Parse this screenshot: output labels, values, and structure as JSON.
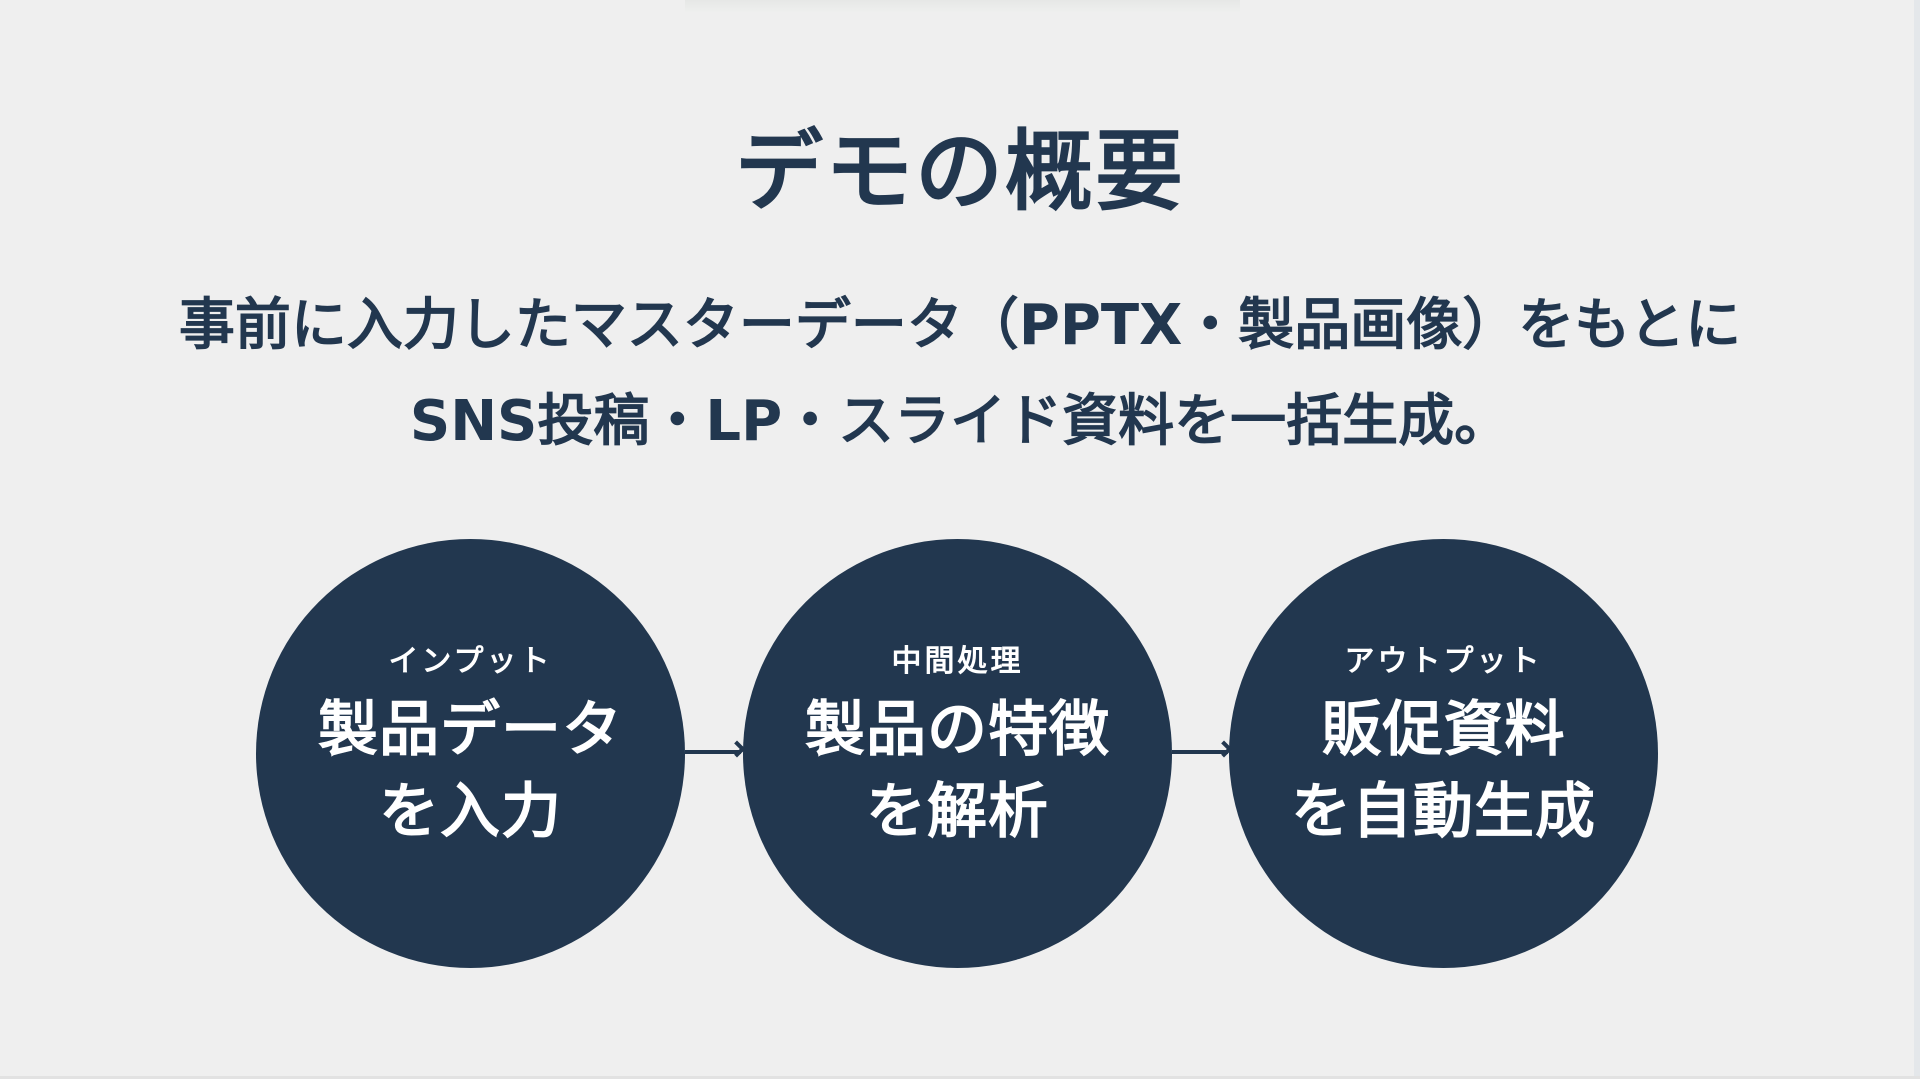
{
  "slide": {
    "title": "デモの概要",
    "subtitle_lines": [
      "事前に入力したマスターデータ（PPTX・製品画像）をもとに",
      "SNS投稿・LP・スライド資料を一括生成。"
    ]
  },
  "flow": {
    "steps": [
      {
        "label": "インプット",
        "main_lines": [
          "製品データ",
          "を入力"
        ]
      },
      {
        "label": "中間処理",
        "main_lines": [
          "製品の特徴",
          "を解析"
        ]
      },
      {
        "label": "アウトプット",
        "main_lines": [
          "販促資料",
          "を自動生成"
        ]
      }
    ],
    "arrow_icon": "arrow-right-icon"
  },
  "colors": {
    "background": "#efefef",
    "primary": "#22374f",
    "text_on_primary": "#ffffff"
  }
}
